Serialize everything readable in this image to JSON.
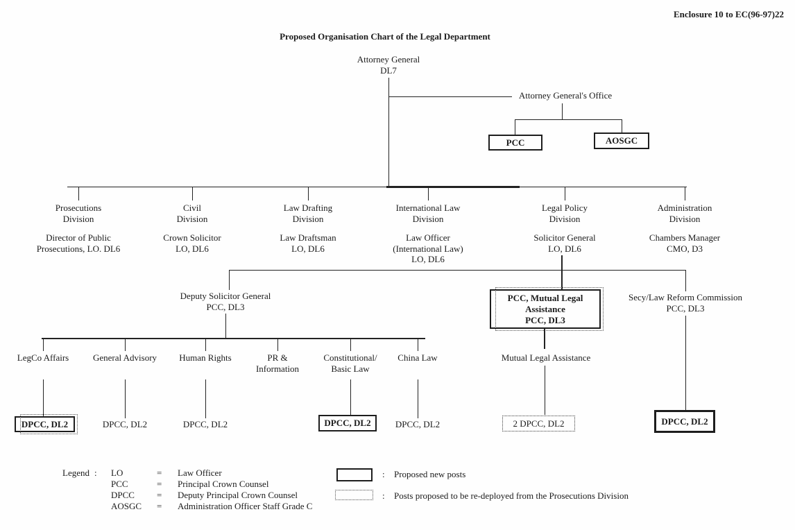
{
  "header": {
    "enclosure": "Enclosure 10 to EC(96-97)22",
    "title": "Proposed Organisation Chart of the Legal Department"
  },
  "root": {
    "title": "Attorney General",
    "grade": "DL7"
  },
  "ag_office": {
    "label": "Attorney General's Office",
    "posts": [
      "PCC",
      "AOSGC"
    ]
  },
  "divisions": [
    {
      "name": [
        "Prosecutions",
        "Division"
      ],
      "head": [
        "Director of Public",
        "Prosecutions, LO. DL6"
      ]
    },
    {
      "name": [
        "Civil",
        "Division"
      ],
      "head": [
        "Crown Solicitor",
        "LO, DL6"
      ]
    },
    {
      "name": [
        "Law Drafting",
        "Division"
      ],
      "head": [
        "Law Draftsman",
        "LO, DL6"
      ]
    },
    {
      "name": [
        "International Law",
        "Division"
      ],
      "head": [
        "Law Officer",
        "(International Law)",
        "LO, DL6"
      ]
    },
    {
      "name": [
        "Legal Policy",
        "Division"
      ],
      "head": [
        "Solicitor General",
        "LO, DL6"
      ]
    },
    {
      "name": [
        "Administration",
        "Division"
      ],
      "head": [
        "Chambers Manager",
        "CMO, D3"
      ]
    }
  ],
  "legal_policy": {
    "deputy_solicitor_general": [
      "Deputy Solicitor General",
      "PCC, DL3"
    ],
    "pcc_mutual_legal_assistance": [
      "PCC, Mutual Legal",
      "Assistance",
      "PCC, DL3"
    ],
    "secy_law_reform": [
      "Secy/Law Reform Commission",
      "PCC, DL3"
    ],
    "secy_post": "DPCC, DL2"
  },
  "sections": [
    {
      "label": [
        "LegCo Affairs"
      ],
      "post": "DPCC, DL2"
    },
    {
      "label": [
        "General Advisory"
      ],
      "post": "DPCC, DL2"
    },
    {
      "label": [
        "Human Rights"
      ],
      "post": "DPCC, DL2"
    },
    {
      "label": [
        "PR &",
        "Information"
      ]
    },
    {
      "label": [
        "Constitutional/",
        "Basic Law"
      ],
      "post": "DPCC, DL2"
    },
    {
      "label": [
        "China Law"
      ],
      "post": "DPCC, DL2"
    }
  ],
  "mutual_legal_assistance": {
    "label": "Mutual Legal Assistance",
    "post": "2 DPCC, DL2"
  },
  "legend": {
    "title": "Legend",
    "colon": ":",
    "equals": "=",
    "abbreviations": [
      {
        "abbr": "LO",
        "definition": "Law Officer"
      },
      {
        "abbr": "PCC",
        "definition": "Principal Crown Counsel"
      },
      {
        "abbr": "DPCC",
        "definition": "Deputy Principal Crown Counsel"
      },
      {
        "abbr": "AOSGC",
        "definition": "Administration Officer Staff Grade C"
      }
    ],
    "keys": [
      {
        "label": "Proposed new posts"
      },
      {
        "label": "Posts proposed to be re-deployed from the Prosecutions Division"
      }
    ]
  },
  "colors": {
    "ink": "#1b1b1b",
    "background": "#fefefe"
  }
}
